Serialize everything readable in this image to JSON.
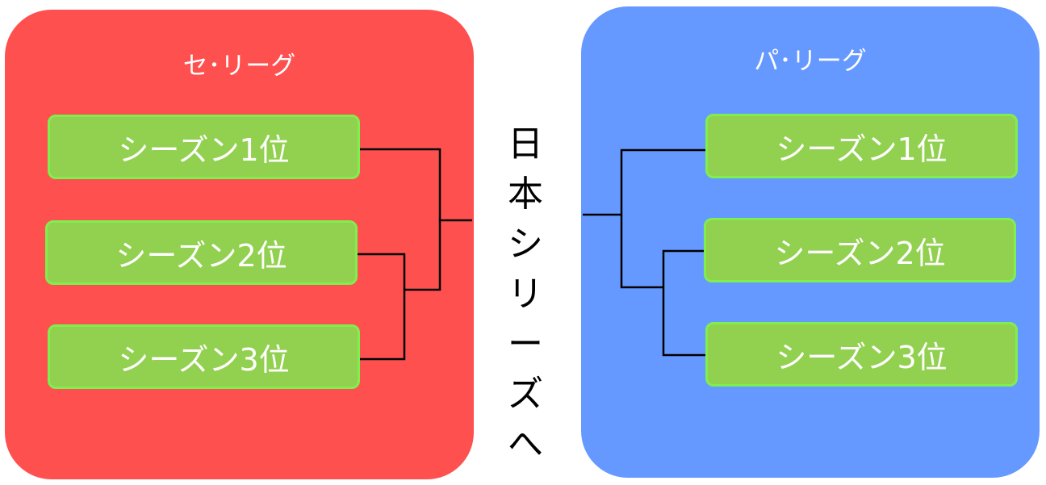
{
  "colors": {
    "central_league_bg": "#ff5050",
    "pacific_league_bg": "#6699ff",
    "rank_box_fill": "#92d050",
    "rank_box_border": "#7fef4d",
    "bracket_line": "#000000"
  },
  "central_league": {
    "title": "セ･リーグ",
    "ranks": [
      "シーズン1位",
      "シーズン2位",
      "シーズン3位"
    ]
  },
  "pacific_league": {
    "title": "パ･リーグ",
    "ranks": [
      "シーズン1位",
      "シーズン2位",
      "シーズン3位"
    ]
  },
  "center_label": "日本シリーズへ"
}
